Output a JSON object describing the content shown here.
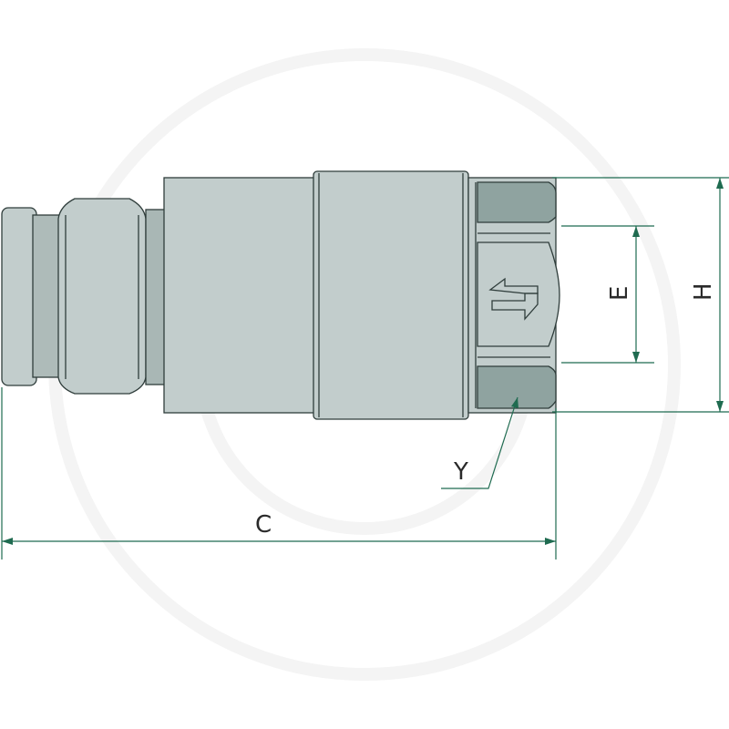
{
  "colors": {
    "body_fill": "#c2cdcc",
    "dark_fill": "#8fa3a0",
    "outline": "#2f3d3b",
    "dimension": "#1f6b50",
    "watermark": "#f4f4f4"
  },
  "labels": {
    "c": "C",
    "e": "E",
    "h": "H",
    "y": "Y"
  },
  "icons": {
    "flow_arrow": "bidirectional-flow-arrow-icon"
  }
}
